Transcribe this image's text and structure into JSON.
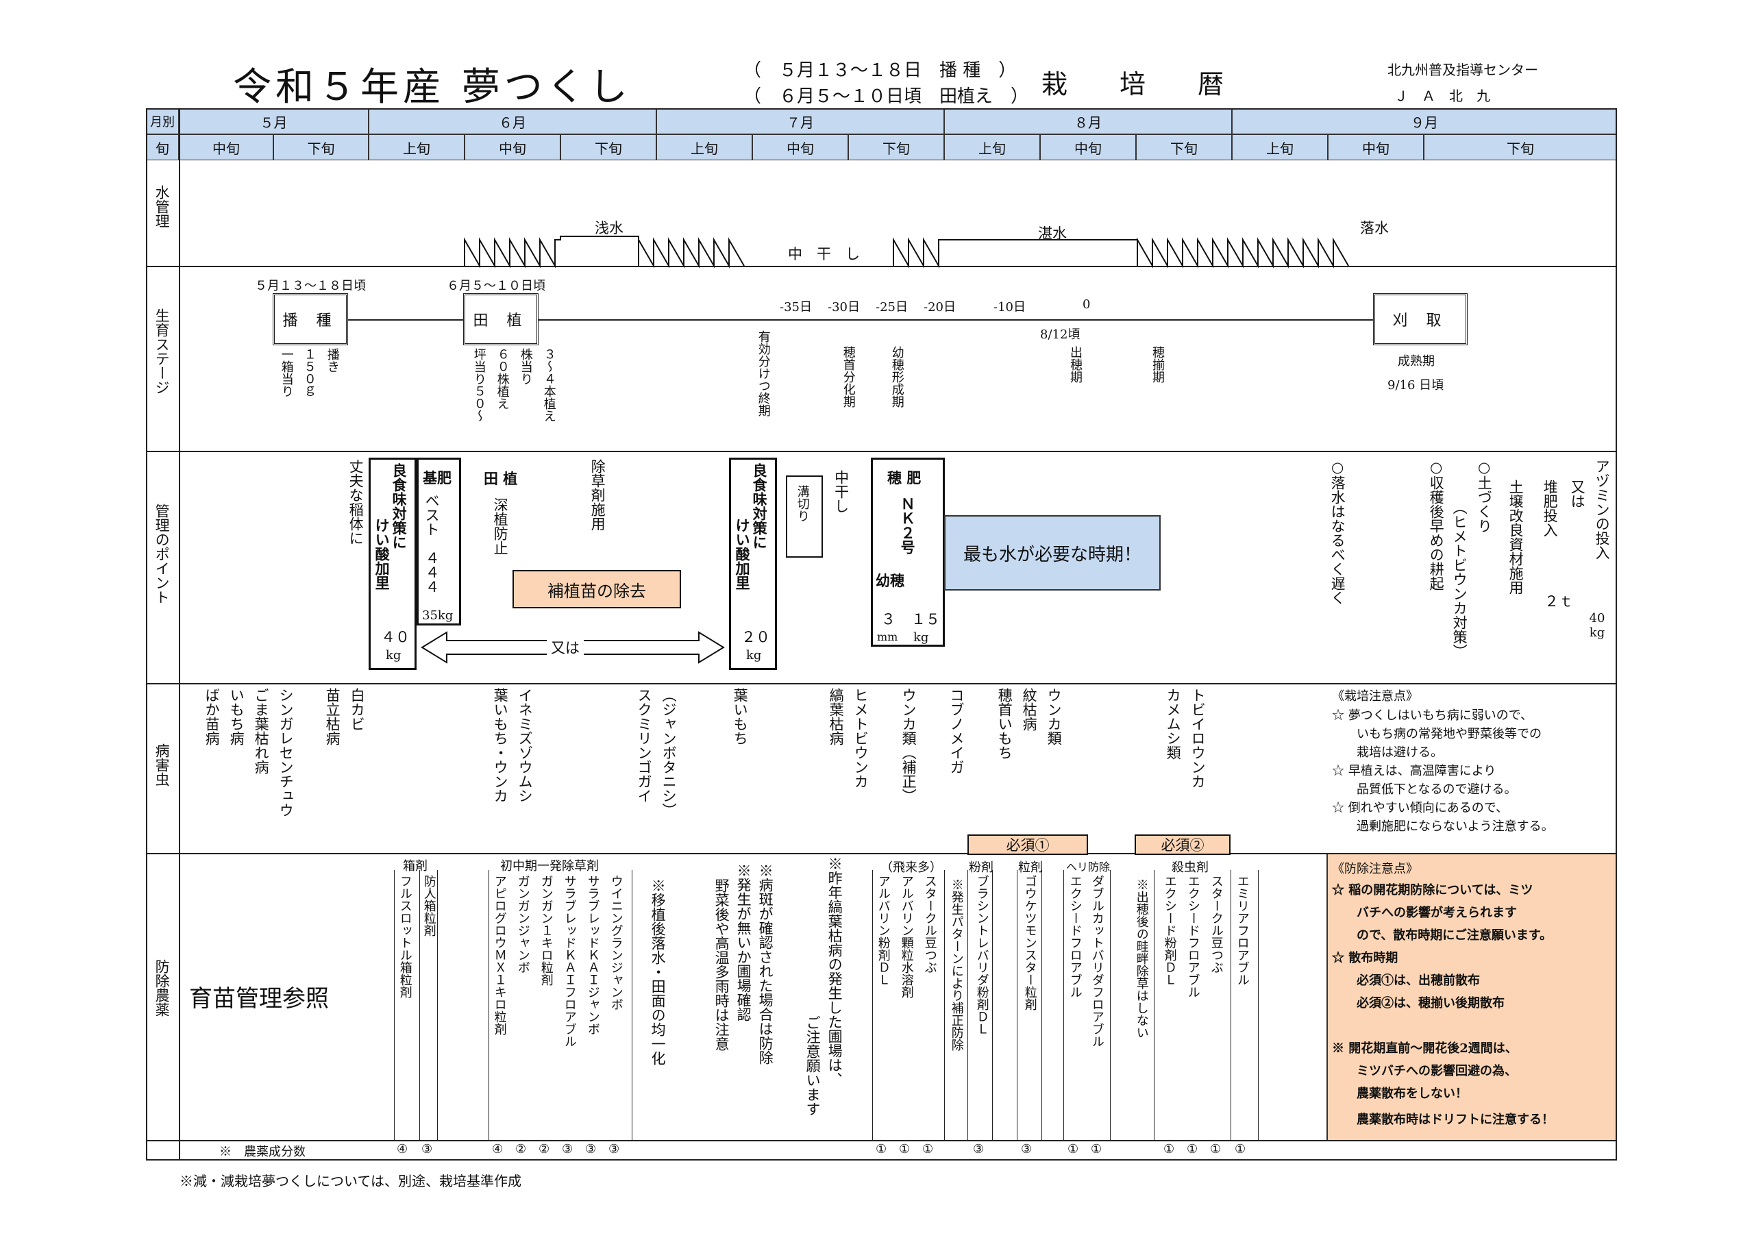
{
  "title": {
    "main": "令和５年産 夢つくし",
    "sow": "（　５月１３〜１８日　播 種　）",
    "plant": "（　６月５〜１０日頃　田植え　）",
    "calendar": "栽　　培　　暦",
    "org1": "北九州普及指導センター",
    "org2": "Ｊ　Ａ　北　九"
  },
  "header": {
    "month_label": "月別",
    "jun_label": "旬",
    "months": [
      "５月",
      "６月",
      "７月",
      "８月",
      "９月"
    ],
    "periods": [
      "中旬",
      "下旬",
      "上旬",
      "中旬",
      "下旬",
      "上旬",
      "中旬",
      "下旬",
      "上旬",
      "中旬",
      "下旬",
      "上旬",
      "中旬",
      "下旬"
    ]
  },
  "rows": {
    "water": "水管理",
    "growth": "生育ステージ",
    "points": "管理のポイント",
    "pests": "病害虫",
    "chem": "防除農薬"
  },
  "water": {
    "shallow": "浅水",
    "midsummer": "中　干　し",
    "deep": "湛水",
    "drain": "落水"
  },
  "growth": {
    "sow_date": "５月１３〜１８日頃",
    "sow_box": "播 種",
    "sow_notes": [
      "播き",
      "１５０ｇ",
      "一箱当り"
    ],
    "plant_date": "６月５〜１０日頃",
    "plant_box": "田 植",
    "plant_notes": [
      "３〜４本植え",
      "株当り",
      "６０株植え",
      "坪当り５０〜"
    ],
    "days": [
      "-35日",
      "-30日",
      "-25日",
      "-20日",
      "-10日",
      "0"
    ],
    "heading_date": "8/12頃",
    "stage1": "有効分けつ終期",
    "stage2": "穂首分化期",
    "stage3": "幼穂形成期",
    "stage4": "出穂期",
    "stage5": "穂揃期",
    "harvest_box": "刈 取",
    "maturity": "成熟期",
    "maturity_date": "9/16 日頃"
  },
  "points": {
    "strong": "丈夫な稲体に",
    "good_taste1": "良食味対策に",
    "silica1": "けい酸加里",
    "silica1_amt": "４０",
    "kg": "kg",
    "base_title": "基肥",
    "base_name": "ベスト　４４４",
    "base_amt": "35kg",
    "taue_title": "田 植",
    "taue_note": "深植防止",
    "herb": "除草剤施用",
    "hosyoku": "補植苗の除去",
    "or": "又は",
    "good_taste2": "良食味対策に",
    "silica2": "けい酸加里",
    "silica2_amt": "２０",
    "mizo": "溝切り",
    "nakaboshi": "中干し",
    "hogoe_title": "穂 肥",
    "hogoe_name": "ＮＫ２号",
    "hogoe_youho": "幼穂",
    "hogoe_mm": "３",
    "hogoe_mm_unit": "mm",
    "hogoe_amt": "１５",
    "most_water": "最も水が必要な時期！",
    "drain_late": "○落水はなるべく遅く",
    "early_till": "○収穫後早めの耕起",
    "soil": "○土づくり",
    "soil2": "（ヒメトビウンカ対策）",
    "soil3": "土壌改良資材施用",
    "compost": "堆肥投入",
    "compost_amt": "２ｔ",
    "or2": "又は",
    "azumin": "アヅミンの投入",
    "azumin_amt": "40 kg"
  },
  "pests": {
    "p1": "ばか苗病",
    "p2": "いもち病",
    "p3": "ごま葉枯れ病",
    "p4": "シンガレセンチュウ",
    "p5": "苗立枯病",
    "p6": "白カビ",
    "p7": "葉いもち・ウンカ",
    "p8": "イネミズゾウムシ",
    "p9": "スクミリンゴガイ",
    "p10": "（ジャンボタニシ）",
    "p11": "葉いもち",
    "p12": "縞葉枯病",
    "p13": "ヒメトビウンカ",
    "p14": "ウンカ類（補正）",
    "p15": "コブノメイガ",
    "p16": "穂首いもち",
    "p17": "紋枯病",
    "p18": "ウンカ類",
    "p19": "カメムシ類",
    "p20": "トビイロウンカ",
    "note_title": "《栽培注意点》",
    "notes": [
      "☆ 夢つくしはいもち病に弱いので、",
      "　　いもち病の常発地や野菜後等での",
      "　　栽培は避ける。",
      "☆ 早植えは、高温障害により",
      "　　品質低下となるので避ける。",
      "☆ 倒れやすい傾向にあるので、",
      "　　過剰施肥にならないよう注意する。"
    ],
    "must1": "必須①",
    "must2": "必須②"
  },
  "chem": {
    "nursery": "育苗管理参照",
    "hako_head": "箱剤",
    "h1": "フルスロットル箱粒剤",
    "h2": "防人箱粒剤",
    "shoki_head": "初中期一発除草剤",
    "s1": "アピログロウＭＸ１キロ粒剤",
    "s2": "ガンガンジャンボ",
    "s3": "ガンガン１キロ粒剤",
    "s4": "サラブレッドＫＡＩフロアブル",
    "s5": "サラブレッドＫＡＩジャンボ",
    "s6": "ウイニングランジャンボ",
    "n1": "※移植後落水・田面の均一化",
    "n2a": "※病斑が確認された場合は防除",
    "n2b": "※発生が無いか圃場確認",
    "n2c": "野菜後や高温多雨時は注意",
    "n3a": "※昨年縞葉枯病の発生した圃場は、",
    "n3b": "ご注意願います",
    "hirai_head": "（飛来多）",
    "f1": "アルバリン粉剤ＤＬ",
    "f2": "アルバリン顆粒水溶剤",
    "f3": "スタークル豆つぶ",
    "f4": "※発生パターンにより補正防除",
    "pow_head": "粉剤",
    "pw1": "ブラシントレバリダ粉剤ＤＬ",
    "gran_head": "粒剤",
    "g1": "ゴウケツモンスター粒剤",
    "heli_head": "ヘリ防除",
    "he1": "エクシードフロアブル",
    "he2": "ダブルカットバリダフロアブル",
    "n4": "※出穂後の畦畔除草はしない",
    "ins_head": "殺虫剤",
    "i1": "エクシード粉剤ＤＬ",
    "i2": "エクシードフロアブル",
    "i3": "スタークル豆つぶ",
    "i4": "エミリアフロアブル",
    "comp_label": "※　農薬成分数",
    "counts": [
      "④",
      "③",
      "④",
      "②",
      "②",
      "③",
      "③",
      "③",
      "①",
      "①",
      "①",
      "③",
      "③",
      "①",
      "①",
      "①",
      "①",
      "①",
      "①"
    ],
    "box_title": "《防除注意点》",
    "box_lines": [
      "☆ 稲の開花期防除については、ミツ",
      "　　バチへの影響が考えられます",
      "　　ので、散布時期にご注意願います。",
      "☆ 散布時期",
      "　　必須①は、出穂前散布",
      "　　必須②は、穂揃い後期散布",
      "",
      "※ 開花期直前〜開花後2週間は、",
      "　　ミツバチへの影響回避の為、",
      "　　農薬散布をしない！",
      "　　農薬散布時はドリフトに注意する！"
    ]
  },
  "footer": "※減・減栽培夢つくしについては、別途、栽培基準作成"
}
